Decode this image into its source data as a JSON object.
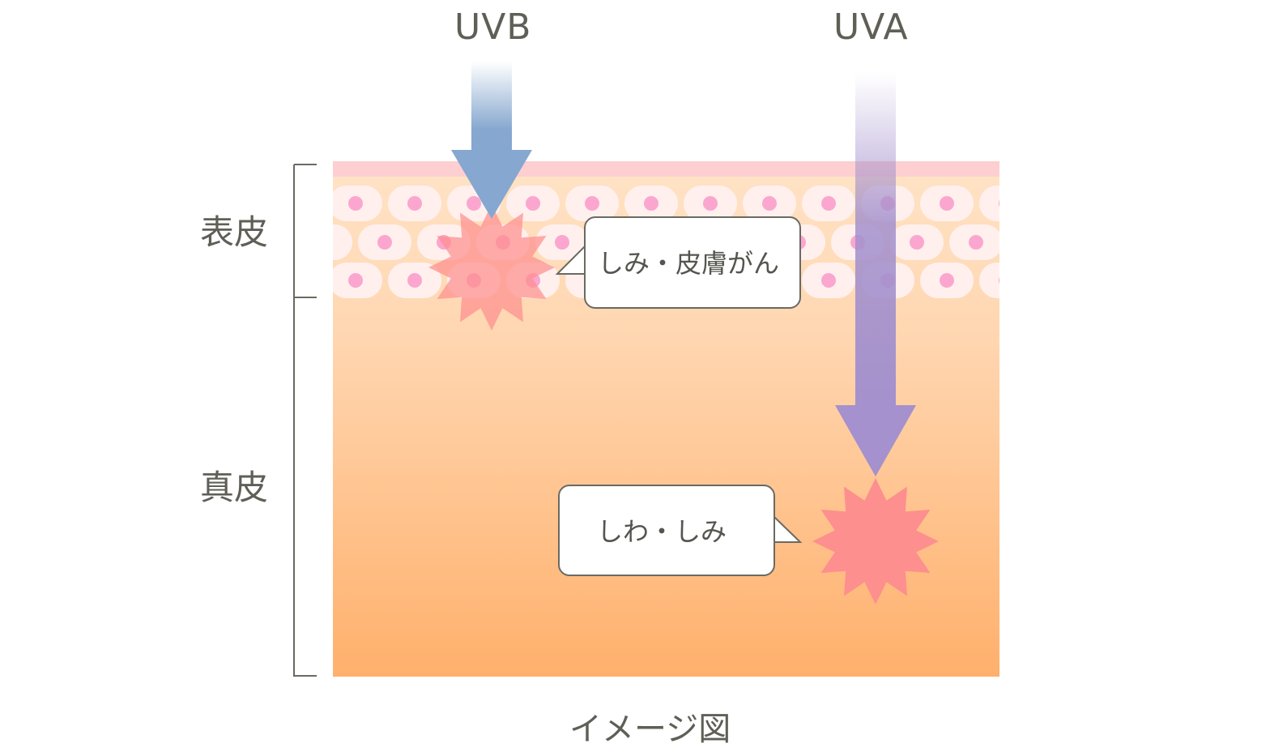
{
  "rays": {
    "uvb": "UVB",
    "uva": "UVA"
  },
  "layers": {
    "epidermis": "表皮",
    "dermis": "真皮"
  },
  "callouts": {
    "epidermis_effect": "しみ・皮膚がん",
    "dermis_effect": "しわ・しみ"
  },
  "caption": "イメージ図",
  "colors": {
    "uvb_arrow": "#86a7cf",
    "uva_arrow": "#a491cd",
    "skin_top": "#ffe1c3",
    "skin_bottom": "#ffb16e",
    "surface_strip": "#fdcfd0",
    "cell": "#fff0ee",
    "nucleus": "#fba6cf",
    "damage_burst": "#fd8f8f",
    "text": "#5f5f57"
  }
}
